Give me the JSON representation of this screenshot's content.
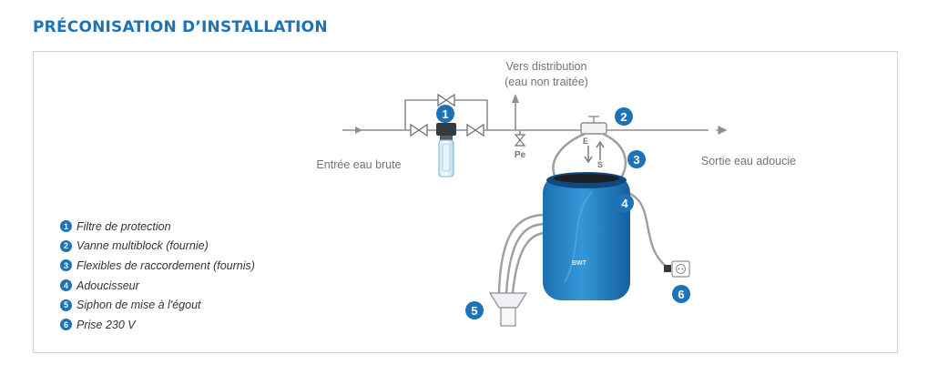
{
  "title": "PRÉCONISATION D’INSTALLATION",
  "diagram": {
    "label_distribution_1": "Vers distribution",
    "label_distribution_2": "(eau non traitée)",
    "label_inlet": "Entrée eau brute",
    "label_outlet": "Sortie eau adoucie",
    "label_pe": "Pe",
    "label_e": "E",
    "label_s": "S",
    "brand": "BWT",
    "markers": [
      "1",
      "2",
      "3",
      "4",
      "5",
      "6"
    ]
  },
  "legend": [
    {
      "num": "1",
      "text": "Filtre de protection"
    },
    {
      "num": "2",
      "text": "Vanne multiblock (fournie)"
    },
    {
      "num": "3",
      "text": "Flexibles de raccordement (fournis)"
    },
    {
      "num": "4",
      "text": "Adoucisseur"
    },
    {
      "num": "5",
      "text": "Siphon de mise à l'égout"
    },
    {
      "num": "6",
      "text": "Prise 230 V"
    }
  ],
  "colors": {
    "accent": "#1e73b7",
    "pipe": "#8a8f93",
    "softener": "#2a86c9"
  }
}
